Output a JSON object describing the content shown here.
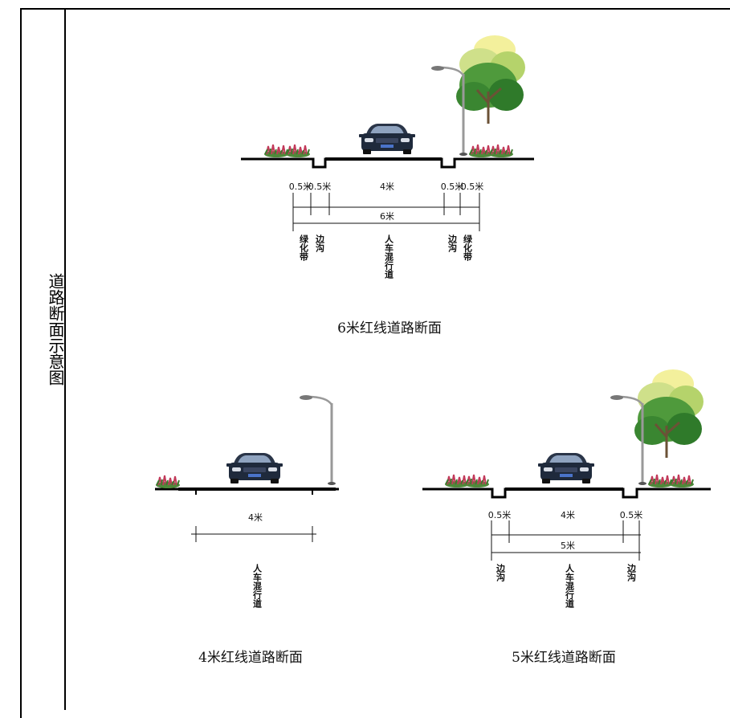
{
  "side_title": "道路断面示意图",
  "sections": [
    {
      "caption": "6米红线道路断面",
      "segment_labels": [
        "0.5米",
        "0.5米",
        "4米",
        "0.5米",
        "0.5米"
      ],
      "total_label": "6米",
      "zone_labels": [
        "绿化带",
        "边沟",
        "人车混行道",
        "边沟",
        "绿化带"
      ]
    },
    {
      "caption": "4米红线道路断面",
      "segment_labels": [
        "4米"
      ],
      "zone_labels": [
        "人车混行道"
      ]
    },
    {
      "caption": "5米红线道路断面",
      "segment_labels": [
        "0.5米",
        "4米",
        "0.5米"
      ],
      "total_label": "5米",
      "zone_labels": [
        "边沟",
        "人车混行道",
        "边沟"
      ]
    }
  ],
  "icons": [
    "car-icon",
    "street-lamp-icon",
    "tree-icon",
    "shrub-icon"
  ]
}
